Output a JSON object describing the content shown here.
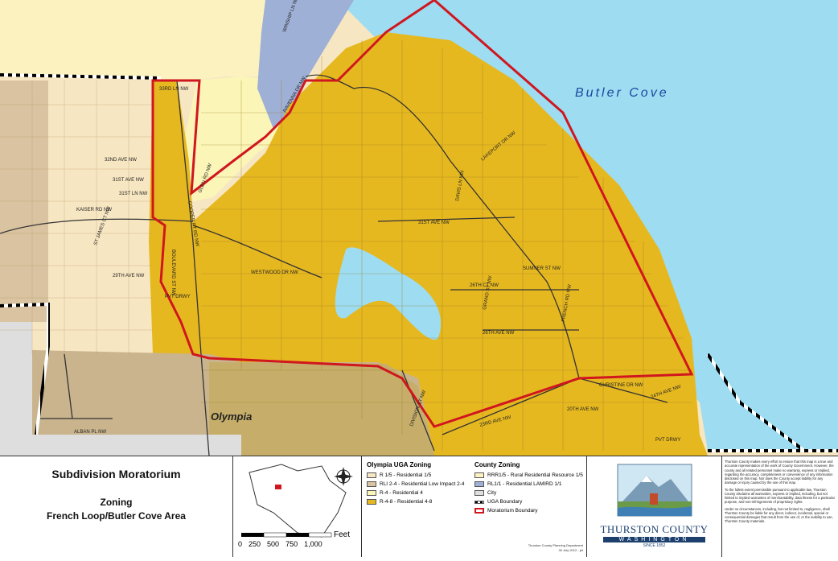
{
  "map": {
    "water_label": "Butler Cove",
    "city_label": "Olympia",
    "roads": [
      "33RD LN NW",
      "32ND AVE NW",
      "31ST AVE NW",
      "31ST LN NW",
      "KAISER RD NW",
      "ST JAMES CT NW",
      "29TH AVE NW",
      "PVT DRWY",
      "COOPER PT RD NW",
      "GLEN RD NW",
      "WESTWOOD DR NW",
      "BOULEVARD ST NW",
      "31ST AVE NW",
      "DAVIS LN NW",
      "LAKEPORT DR NW",
      "SUMNER ST NW",
      "26TH CT NW",
      "GRAND ST NW",
      "26TH AVE NW",
      "FRENCH RD NW",
      "CHRISTINE DR NW",
      "24TH AVE NW",
      "20TH AVE NW",
      "23RD AVE NW",
      "DIVISION ST NW",
      "PVT DRWY",
      "RAVENNA DR NW",
      "ALBAN PL NW",
      "WINSHIP LN NW"
    ]
  },
  "panel": {
    "title": "Subdivision Moratorium",
    "subtitle1": "Zoning",
    "subtitle2": "French Loop/Butler Cove Area",
    "scale": {
      "unit": "Feet",
      "ticks": [
        "0",
        "250",
        "500",
        "750",
        "1,000"
      ]
    },
    "olympia_heading": "Olympia UGA Zoning",
    "olympia_items": [
      {
        "label": "R 1/5 - Residential 1/5",
        "color": "#f7e6c2"
      },
      {
        "label": "RLI 2-4 - Residential Low Impact 2-4",
        "color": "#d9c3a0"
      },
      {
        "label": "R-4 - Residential 4",
        "color": "#fbf6b8"
      },
      {
        "label": "R-4-8 - Residential 4-8",
        "color": "#e6b820"
      }
    ],
    "county_heading": "County Zoning",
    "county_items": [
      {
        "label": "RRR1/5 - Rural Residential Resource 1/5",
        "color": "#fbf2c0"
      },
      {
        "label": "RL1/1 - Residential LAMIRD 1/1",
        "color": "#9fb0d6"
      },
      {
        "label": "City",
        "color": "#dedede"
      },
      {
        "label": "UGA Boundary",
        "color": "#000000"
      },
      {
        "label": "Moratorium Boundary",
        "color": "#d0161e"
      }
    ],
    "credit1": "Thurston County Planning Department",
    "credit2": "30 July 2012 - jet",
    "logo_name": "THURSTON COUNTY",
    "logo_state": "WASHINGTON",
    "logo_since": "SINCE 1852",
    "disclaimer": [
      "Thurston County makes every effort to ensure that this map is a true and accurate representation of the work of County Government. However, the county and all related personnel make no warranty, express or implied, regarding the accuracy, completeness or convenience of any information disclosed on this map. Nor does the County accept liability for any damage or injury caused by the use of this map.",
      "To the fullest extent permissible pursuant to applicable law, Thurston County disclaims all warranties, express or implied, including, but not limited to implied warranties of merchantability, data fitness for a particular purpose, and non-infringements of proprietary rights.",
      "Under no circumstances, including, but not limited to, negligence, shall Thurston County be liable for any direct, indirect, incidental, special or consequential damages that result from the use of, or the inability to use, Thurston County materials."
    ]
  }
}
